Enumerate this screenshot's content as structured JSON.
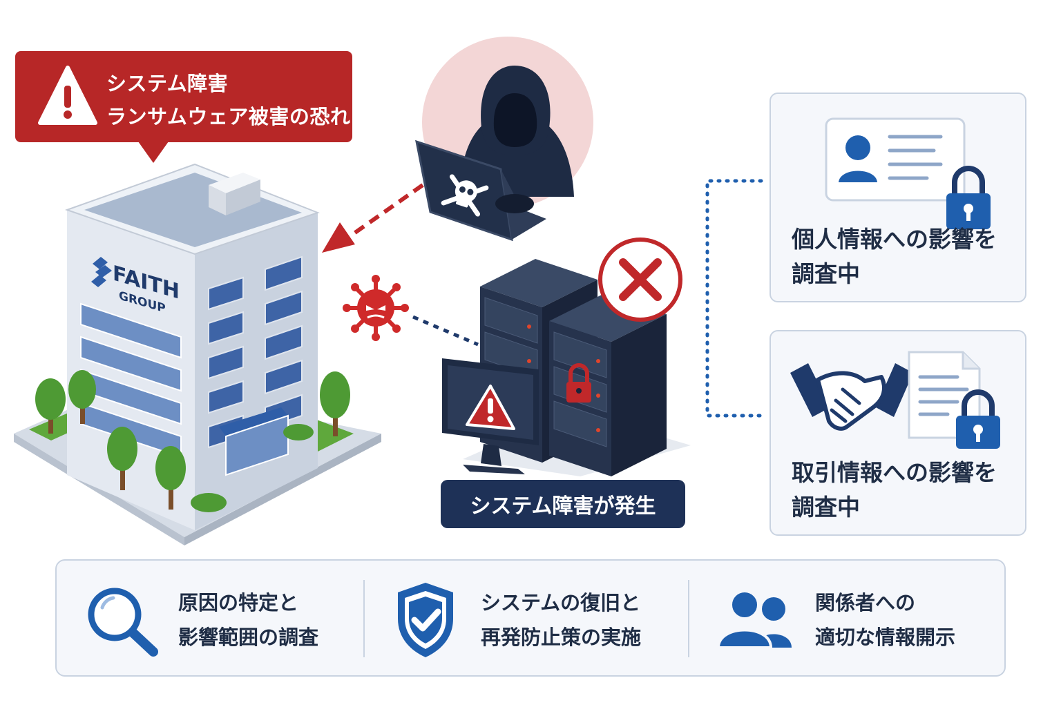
{
  "alert": {
    "line1": "システム障害",
    "line2": "ランサムウェア被害の恐れ"
  },
  "building": {
    "logo_name": "FAITH",
    "logo_sub": "GROUP"
  },
  "server": {
    "label": "システム障害が発生"
  },
  "cards": [
    {
      "line1": "個人情報への影響を",
      "line2": "調査中",
      "icon": "id-card-lock-icon"
    },
    {
      "line1": "取引情報への影響を",
      "line2": "調査中",
      "icon": "handshake-document-lock-icon"
    }
  ],
  "actions": [
    {
      "line1": "原因の特定と",
      "line2": "影響範囲の調査",
      "icon": "magnifier-icon"
    },
    {
      "line1": "システムの復旧と",
      "line2": "再発防止策の実施",
      "icon": "shield-check-icon"
    },
    {
      "line1": "関係者への",
      "line2": "適切な情報開示",
      "icon": "people-icon"
    }
  ],
  "colors": {
    "alert_red": "#b72727",
    "navy": "#1e3157",
    "accent_blue": "#1f5fae",
    "card_bg": "#f5f7fb",
    "card_border": "#c9d3e1"
  }
}
